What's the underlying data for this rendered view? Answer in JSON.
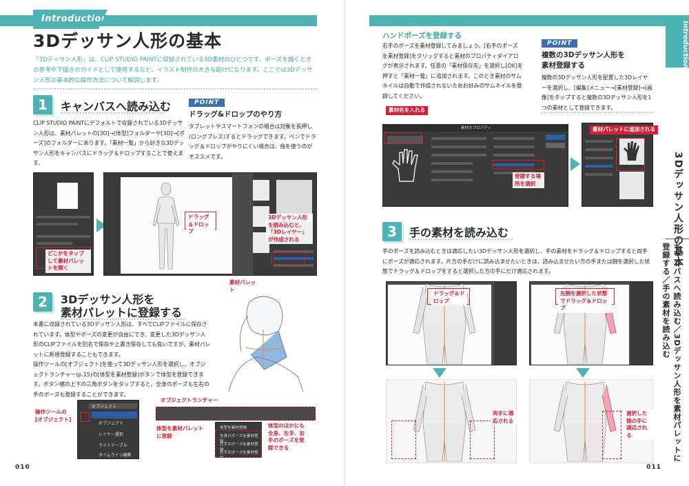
{
  "header": {
    "intro_tab": "Introduction",
    "side_tab": "Introduction"
  },
  "left": {
    "title": "3Dデッサン人形の基本",
    "lead": "「3Dデッサン人形」は、CLIP STUDIO PAINTに収録されている3D素材のひとつです。ポーズを描くときの参考や下描きのガイドとして使用するなど、イラスト制作の大きな助けになります。ここでは3Dデッサン人形の基本的な操作方法について解説します。",
    "step1": {
      "num": "1",
      "title": "キャンバスへ読み込む",
      "body": "CLIP STUDIO PAINTにデフォルトで収録されている3Dデッサン人形は、素材パレットの[3D]→[体型]フォルダーや[3D]→[ポーズ]のフォルダーにあります。「素材一覧」から好きな3Dデッサン人形をキャンバスにドラッグ＆ドロップすることで使えます。"
    },
    "point1": {
      "tag": "POINT",
      "title": "ドラッグ&ドロップのやり方",
      "body": "タブレットやスマートフォンの場合は対象を長押し(ロングプレス)するとドラッグできます。ペンでドラッグ＆ドロップがやりにくい場合は、指を使うのがオススメです。"
    },
    "shot1_callouts": {
      "palette": "どこかをタップして素材パレットを開く",
      "drag": "ドラッグ＆ドロップ",
      "layer": "3Dデッサン人形を読み込むと、「3Dレイヤー」が作成される",
      "material": "素材パレット"
    },
    "step2": {
      "num": "2",
      "title_line1": "3Dデッサン人形を",
      "title_line2": "素材パレットに登録する",
      "body": "本書に収録されている3Dデッサン人形は、すべてCLIPファイルに保存されています。体型やポーズの変更が自由にでき、変更した3Dデッサン人形のCLIPファイルを別名で保存や上書き保存しても良いですが、素材パレットに新規登録することもできます。\n操作ツールの[オブジェクト]を使って3Dデッサン人形を選択し、オブジェクトランチャー(p.15)の[体型を素材登録]ボタンで体型を登録できます。ボタン横の上下の三角ボタンをタップすると、全身のポーズも左右の手のポーズも登録することができます。"
    },
    "shot2_callouts": {
      "tool": "操作ツールの[オブジェクト]",
      "launcher": "オブジェクトランチャー",
      "body_reg": "体型を素材パレットに登録",
      "pose_reg": "体型のほかにも全身、左手、右手のポーズを登録できる"
    },
    "menu_tool": [
      "オブジェクト",
      "レイヤー選択",
      "ライトテーブル",
      "タイムライン編集"
    ],
    "menu_launcher": [
      "体型を素材登録",
      "全身のポーズを素材登録",
      "左手のポーズを素材登録",
      "右手のポーズを素材登録"
    ],
    "tool_header": "オブジェクト",
    "page_num": "010"
  },
  "right": {
    "hand": {
      "title": "ハンドポーズを登録する",
      "body": "右手のポーズを素材登録してみましょう。[右手のポーズを素材登録]をクリックすると素材のプロパティダイアログが表示されます。任意の「素材保存先」を選択し[OK]を押すと「素材一覧」に追加されます。このとき素材のサムネイルは自動で作成されないためお好みのサムネイルを登録してください。"
    },
    "point2": {
      "tag": "POINT",
      "title_line1": "複数の3Dデッサン人形を",
      "title_line2": "素材登録する",
      "body": "複数の3Dデッサン人形を配置した3Dレイヤーを選択し、[編集]メニュー→[素材登録]→[画像]をタップすると複数の3Dデッサン人形を1つの素材として登録できます。"
    },
    "dialog_callouts": {
      "name": "素材名を入れる",
      "save": "登録する場所を選択",
      "added": "素材パレットに追加される"
    },
    "dialog_title": "素材のプロパティ",
    "step3": {
      "num": "3",
      "title": "手の素材を読み込む",
      "body": "手のポーズを読み込むときは適応したい3Dデッサン人形を選択し、手の素材をドラッグ＆ドロップすると両手にポーズが適応されます。片方の手だけに読み込ませたいときは、読み込ませたい方の手または腕を選択した状態でドラッグ＆ドロップをすると選択した方の手にだけ適応されます。"
    },
    "shot3_callouts": {
      "drag": "ドラッグ＆ドロップ",
      "both": "両手に適応される",
      "left_selected": "左腕を選択した状態でドラッグ＆ドロップ",
      "selected_only": "選択した側の手に適応される"
    },
    "side_title": "3Dデッサン人形の基本",
    "side_sub": "キャンバスへ読み込む／3Dデッサン人形を素材パレットに登録する／手の素材を読み込む",
    "page_num": "011"
  }
}
